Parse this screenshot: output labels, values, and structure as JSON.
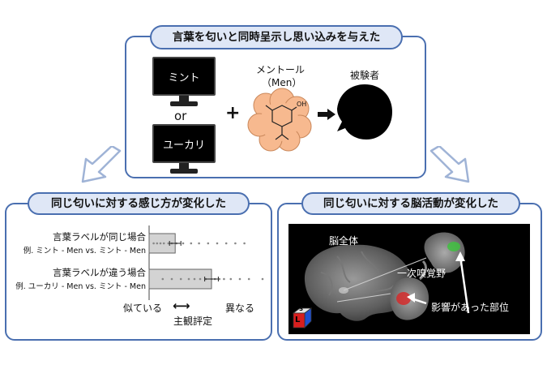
{
  "top": {
    "title": "言葉を匂いと同時呈示し思い込みを与えた",
    "monitor1_label": "ミント",
    "or_label": "or",
    "monitor2_label": "ユーカリ",
    "plus": "+",
    "odor_label_line1": "メントール",
    "odor_label_line2": "（Men）",
    "oh_label": "OH",
    "subject_label": "被験者"
  },
  "left": {
    "title": "同じ匂いに対する感じ方が変化した",
    "row1_label": "言葉ラベルが同じ場合",
    "row1_example": "例. ミント - Men vs. ミント - Men",
    "row2_label": "言葉ラベルが違う場合",
    "row2_example": "例. ユーカリ - Men vs. ミント - Men",
    "axis_left": "似ている",
    "axis_arrow": "⟷",
    "axis_right": "異なる",
    "axis_title": "主観評定"
  },
  "right": {
    "title": "同じ匂いに対する脳活動が変化した",
    "label_whole_brain": "脳全体",
    "label_olfactory": "一次嗅覚野",
    "label_affected": "影響があった部位",
    "cube_top": "S",
    "cube_front": "L"
  },
  "chart_data": {
    "type": "bar",
    "orientation": "horizontal",
    "categories": [
      "言葉ラベルが同じ場合",
      "言葉ラベルが違う場合"
    ],
    "values": [
      0.23,
      0.55
    ],
    "error": [
      0.05,
      0.06
    ],
    "xlabel": "主観評定",
    "xlim": [
      0,
      1
    ],
    "grid": false,
    "points": [
      [
        0.04,
        0.07,
        0.1,
        0.13,
        0.17,
        0.2,
        0.24,
        0.3,
        0.37,
        0.44,
        0.52,
        0.6,
        0.68,
        0.76,
        0.84
      ],
      [
        0.12,
        0.2,
        0.28,
        0.35,
        0.4,
        0.45,
        0.5,
        0.55,
        0.58,
        0.62,
        0.66,
        0.72,
        0.8,
        0.88,
        1.0
      ]
    ],
    "colors": {
      "bar": "#d3d3d3",
      "bar_edge": "#666666",
      "points": "#888888"
    }
  },
  "colors": {
    "panel_border": "#4a6fb0",
    "pill_fill": "#dfe7f6",
    "odor_cloud": "#f7b98f",
    "brain_bg": "#000000"
  }
}
